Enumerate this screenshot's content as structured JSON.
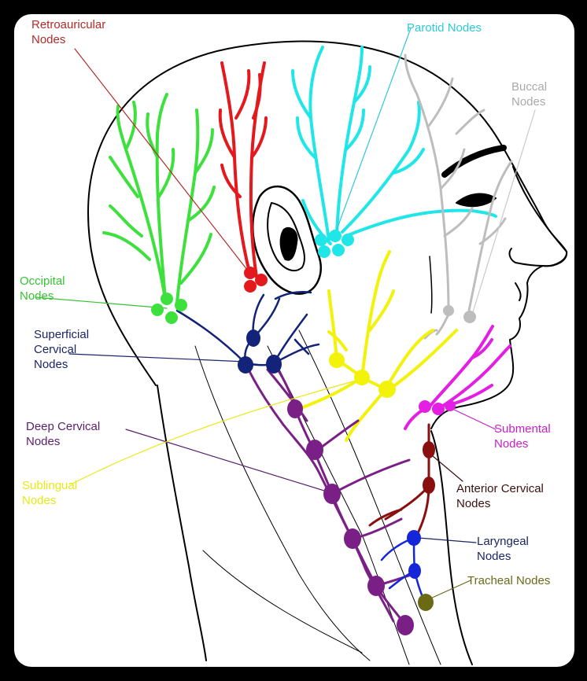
{
  "labels": {
    "retroauricular": {
      "line1": "Retroauricular",
      "line2": "Nodes",
      "color": "#b22a2a"
    },
    "parotid": {
      "line1": "Parotid Nodes",
      "color": "#2ec9d8"
    },
    "buccal": {
      "line1": "Buccal",
      "line2": "Nodes",
      "color": "#a9a9a9"
    },
    "occipital": {
      "line1": "Occipital",
      "line2": "Nodes",
      "color": "#36c236"
    },
    "superficial_cervical": {
      "line1": "Superficial",
      "line2": "Cervical",
      "line3": "Nodes",
      "color": "#1c2566"
    },
    "deep_cervical": {
      "line1": "Deep Cervical",
      "line2": "Nodes",
      "color": "#5a1f6b"
    },
    "sublingual": {
      "line1": "Sublingual",
      "line2": "Nodes",
      "color": "#e8e81a"
    },
    "submental": {
      "line1": "Submental",
      "line2": "Nodes",
      "color": "#c81ec8"
    },
    "anterior_cervical": {
      "line1": "Anterior Cervical",
      "line2": "Nodes",
      "color": "#3a1010"
    },
    "laryngeal": {
      "line1": "Laryngeal",
      "line2": "Nodes",
      "color": "#1c2566"
    },
    "tracheal": {
      "line1": "Tracheal Nodes",
      "color": "#6b6a1a"
    }
  },
  "node_groups": [
    {
      "name": "retroauricular",
      "color": "#e3191e"
    },
    {
      "name": "parotid",
      "color": "#20e6e8"
    },
    {
      "name": "buccal",
      "color": "#bdbdbd"
    },
    {
      "name": "occipital",
      "color": "#3ee03e"
    },
    {
      "name": "superficial_cervical",
      "color": "#13237a"
    },
    {
      "name": "deep_cervical",
      "color": "#7a1f86"
    },
    {
      "name": "sublingual",
      "color": "#f2f20a"
    },
    {
      "name": "submental",
      "color": "#e21fe2"
    },
    {
      "name": "anterior_cervical",
      "color": "#8a0f0f"
    },
    {
      "name": "laryngeal",
      "color": "#1525d8"
    },
    {
      "name": "tracheal",
      "color": "#6b6a14"
    }
  ]
}
